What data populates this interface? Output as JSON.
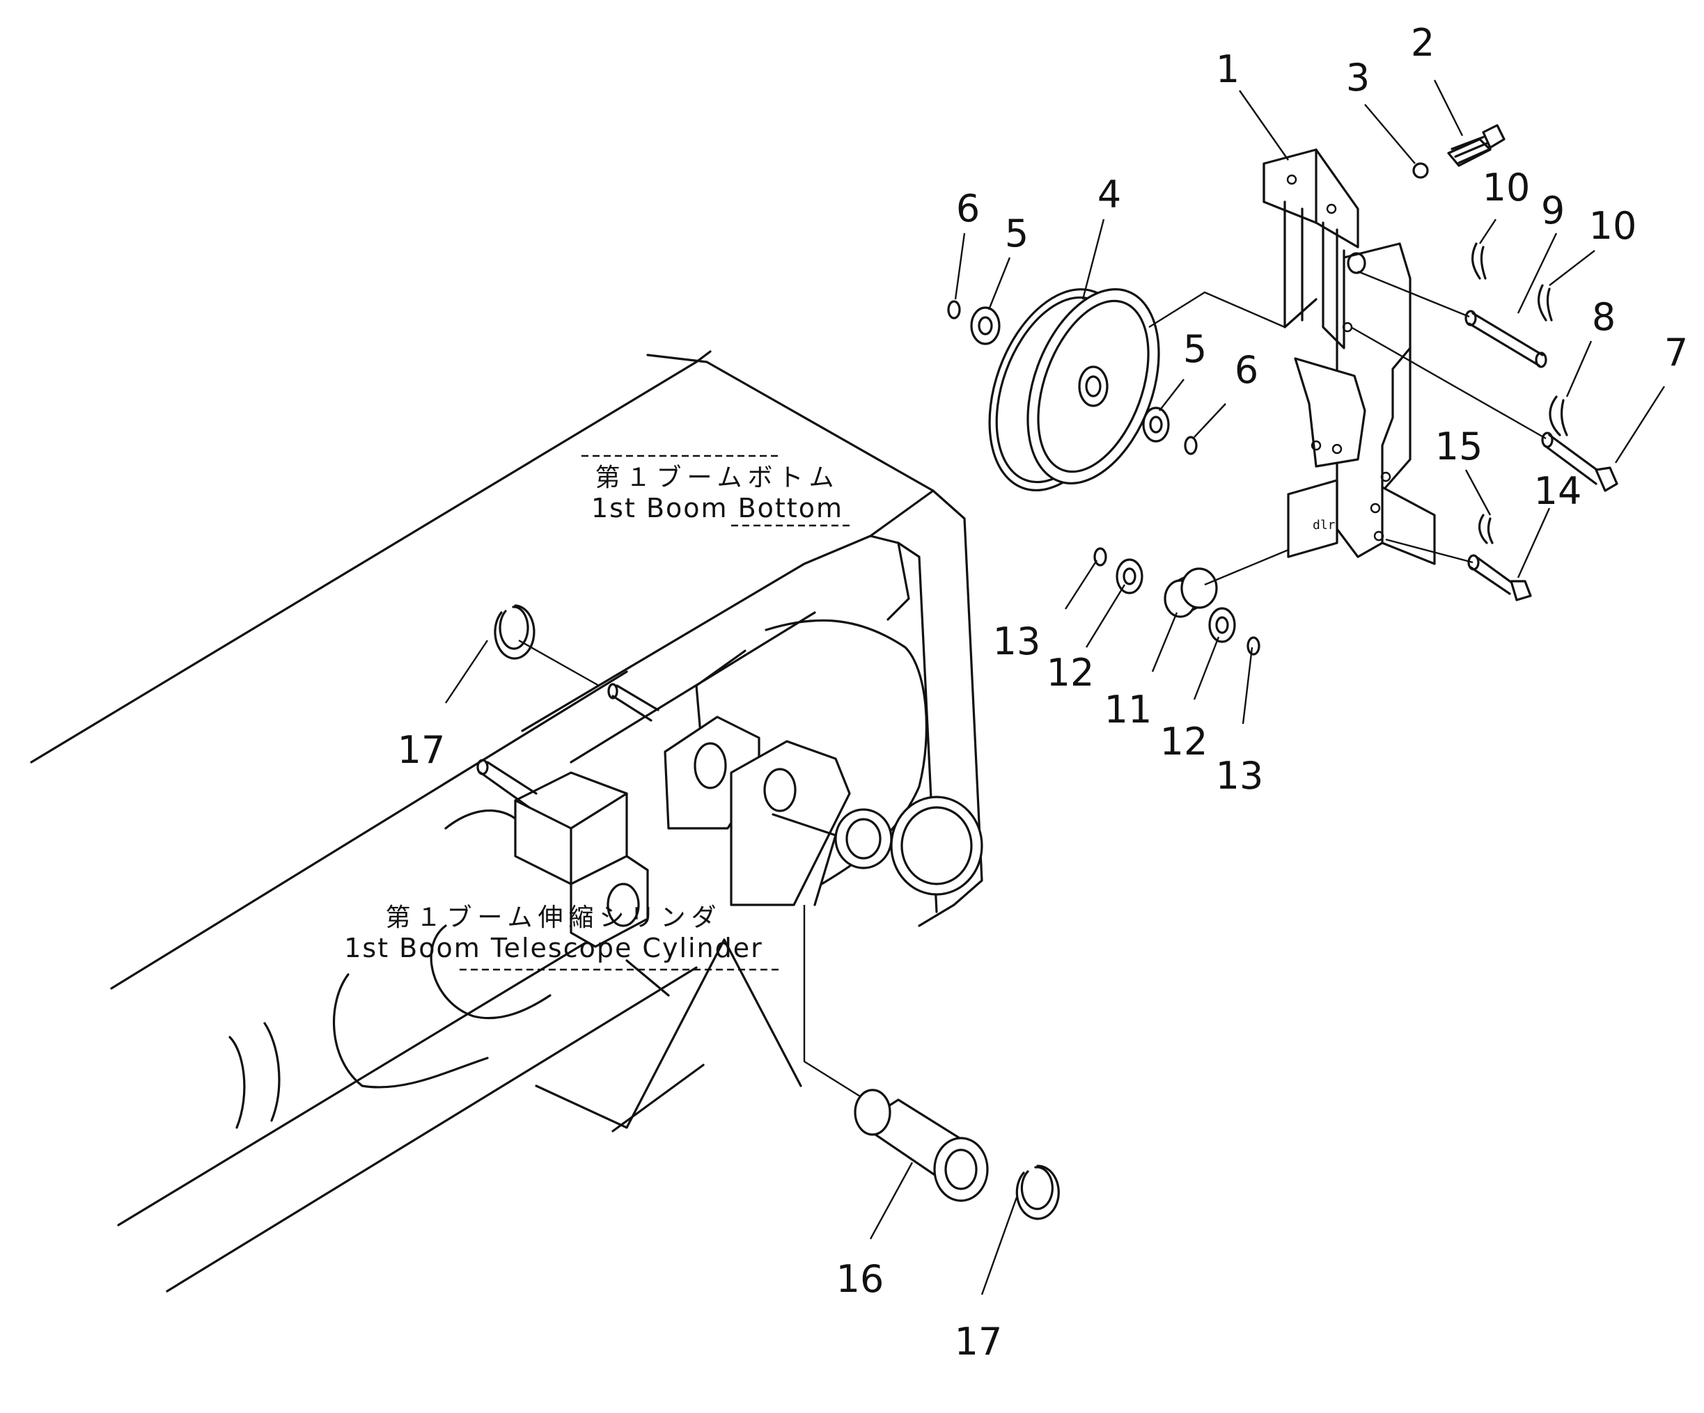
{
  "diagram": {
    "part_numbers": [
      "1",
      "2",
      "3",
      "4",
      "5",
      "5",
      "6",
      "6",
      "7",
      "8",
      "9",
      "10",
      "10",
      "11",
      "12",
      "12",
      "13",
      "13",
      "14",
      "15",
      "16",
      "17",
      "17"
    ],
    "captions": {
      "boom_bottom": {
        "jp": "第１ブームボトム",
        "en": "1st Boom Bottom"
      },
      "telescope_cylinder": {
        "jp": "第１ブーム伸縮シリンダ",
        "en": "1st Boom Telescope Cylinder"
      }
    }
  }
}
